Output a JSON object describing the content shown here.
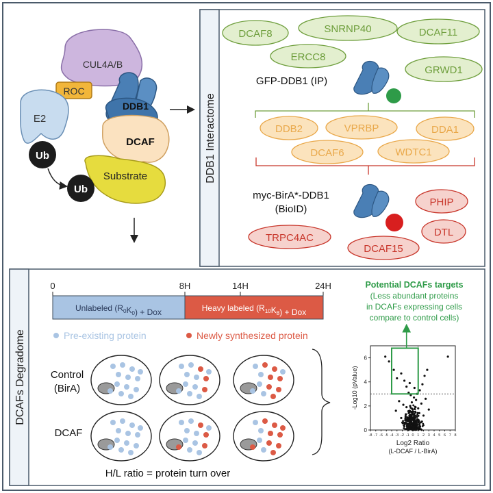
{
  "mechanism": {
    "cul4": "CUL4A/B",
    "roc": "ROC",
    "e2": "E2",
    "ddb1": "DDB1",
    "dcaf": "DCAF",
    "substrate": "Substrate",
    "ub1": "Ub",
    "ub2": "Ub"
  },
  "interactome": {
    "side_label": "DDB1 Interactome",
    "ip_label": "GFP-DDB1 (IP)",
    "biold_label_1": "myc-BirA*-DDB1",
    "biold_label_2": "(BioID)",
    "green_proteins": [
      "DCAF8",
      "SNRNP40",
      "DCAF11",
      "ERCC8",
      "GRWD1"
    ],
    "orange_proteins": [
      "DDB2",
      "VPRBP",
      "DDA1",
      "DCAF6",
      "WDTC1"
    ],
    "red_proteins": [
      "PHIP",
      "TRPC4AC",
      "DTL",
      "DCAF15"
    ],
    "colors": {
      "green": "#6e9e3c",
      "green_fill": "#e3efcf",
      "orange": "#e9a84a",
      "orange_fill": "#fbe3bd",
      "red": "#c8362b",
      "red_fill": "#f6d2cd"
    }
  },
  "degradome": {
    "side_label": "DCAFs Degradome",
    "time_ticks": [
      "0",
      "8H",
      "14H",
      "24H"
    ],
    "unlabeled_bar": "Unlabeled (R0K0) + Dox",
    "heavy_bar": "Heavy labeled (R10K8) + Dox",
    "legend_preexisting": "Pre-existing protein",
    "legend_new": "Newly synthesized protein",
    "control_label_1": "Control",
    "control_label_2": "(BirA)",
    "dcaf_label": "DCAF",
    "ratio_text": "H/L ratio =  protein turn over",
    "targets_title": "Potential DCAFs targets",
    "targets_desc": [
      "(Less abundant proteins",
      "in DCAFs expressing cells",
      "compare to control cells)"
    ],
    "colors": {
      "blue": "#a9c4e3",
      "red": "#dc5a45",
      "green": "#2e9b48"
    }
  },
  "chart_data": {
    "type": "scatter",
    "title": "",
    "xlabel": "Log2 Ratio",
    "xlabel_sub": "(L-DCAF / L-BirA)",
    "ylabel": "-Log10 (pValue)",
    "xlim": [
      -8,
      8
    ],
    "ylim": [
      0,
      7
    ],
    "x_ticks": [
      -8,
      -7,
      -6,
      -5,
      -4,
      -3,
      -2,
      -1,
      0,
      1,
      2,
      3,
      4,
      5,
      6,
      7,
      8
    ],
    "y_ticks": [
      0,
      2,
      4,
      6
    ],
    "threshold_y": 3,
    "highlight_box": {
      "x": [
        -4,
        1
      ],
      "y": [
        3,
        6.8
      ]
    },
    "points": [
      {
        "x": -5.2,
        "y": 6.1
      },
      {
        "x": -4.5,
        "y": 5.7
      },
      {
        "x": -3.6,
        "y": 5.0
      },
      {
        "x": -3.0,
        "y": 4.3
      },
      {
        "x": -2.2,
        "y": 4.7
      },
      {
        "x": -1.6,
        "y": 4.1
      },
      {
        "x": -1.2,
        "y": 3.6
      },
      {
        "x": -0.6,
        "y": 3.9
      },
      {
        "x": 0.3,
        "y": 3.5
      },
      {
        "x": 6.6,
        "y": 6.1
      },
      {
        "x": 2.7,
        "y": 5.0
      },
      {
        "x": 2.2,
        "y": 4.5
      },
      {
        "x": 1.8,
        "y": 3.8
      },
      {
        "x": 1.3,
        "y": 3.3
      },
      {
        "x": -0.8,
        "y": 3.1
      },
      {
        "x": 0.8,
        "y": 3.0
      },
      {
        "x": -2.6,
        "y": 2.4
      },
      {
        "x": -1.8,
        "y": 2.1
      },
      {
        "x": 1.6,
        "y": 2.2
      },
      {
        "x": 2.4,
        "y": 2.6
      },
      {
        "x": 3.0,
        "y": 1.7
      },
      {
        "x": -3.2,
        "y": 1.6
      },
      {
        "x": -1.3,
        "y": 1.3
      },
      {
        "x": 1.2,
        "y": 1.4
      },
      {
        "x": -0.6,
        "y": 1.6
      },
      {
        "x": 0.5,
        "y": 1.9
      },
      {
        "x": -0.2,
        "y": 2.3
      },
      {
        "x": 0.2,
        "y": 2.7
      },
      {
        "x": -0.4,
        "y": 2.9
      },
      {
        "x": 0.6,
        "y": 2.5
      },
      {
        "x": -1.0,
        "y": 0.9
      },
      {
        "x": 0.9,
        "y": 0.8
      },
      {
        "x": -0.3,
        "y": 0.6
      },
      {
        "x": 0.3,
        "y": 0.5
      },
      {
        "x": 0.0,
        "y": 1.0
      },
      {
        "x": -0.7,
        "y": 0.4
      },
      {
        "x": 0.7,
        "y": 0.3
      },
      {
        "x": -1.6,
        "y": 0.6
      },
      {
        "x": 1.7,
        "y": 0.7
      },
      {
        "x": 0.1,
        "y": 0.2
      },
      {
        "x": -0.1,
        "y": 1.4
      },
      {
        "x": 0.4,
        "y": 1.2
      },
      {
        "x": -0.5,
        "y": 2.0
      },
      {
        "x": 1.0,
        "y": 1.8
      },
      {
        "x": -1.2,
        "y": 1.9
      },
      {
        "x": 2.0,
        "y": 1.2
      },
      {
        "x": -2.2,
        "y": 1.0
      },
      {
        "x": 0.0,
        "y": 0.1
      }
    ]
  }
}
